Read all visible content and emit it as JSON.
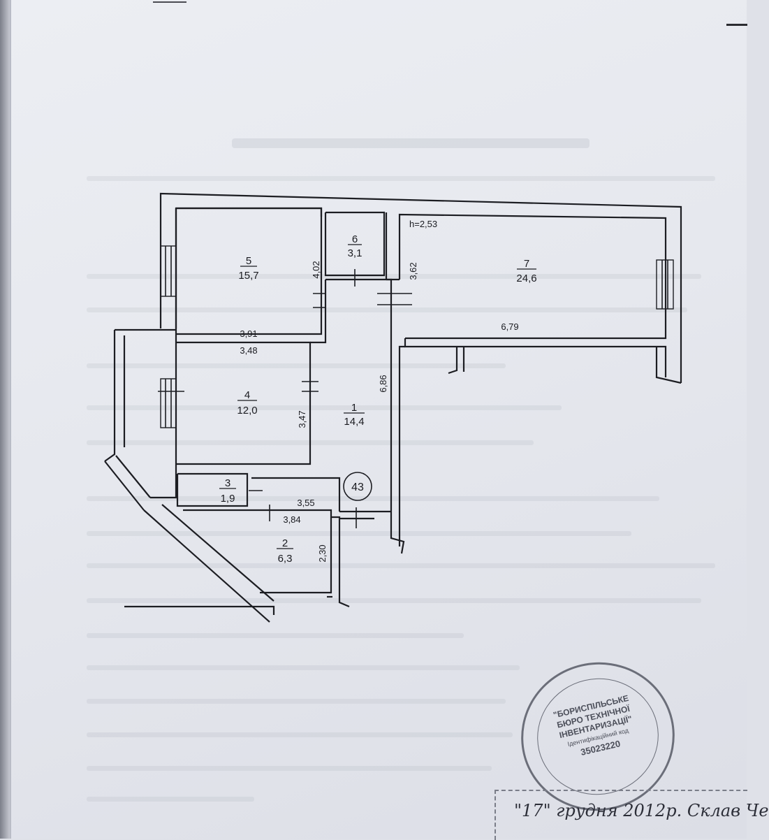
{
  "rooms": [
    {
      "num": "1",
      "area": "14,4"
    },
    {
      "num": "2",
      "area": "6,3"
    },
    {
      "num": "3",
      "area": "1,9"
    },
    {
      "num": "4",
      "area": "12,0"
    },
    {
      "num": "5",
      "area": "15,7"
    },
    {
      "num": "6",
      "area": "3,1"
    },
    {
      "num": "7",
      "area": "24,6"
    }
  ],
  "dimensions": {
    "height": "h=2,53",
    "r5_width": "3,91",
    "r5_height": "4,02",
    "r4_width": "3,48",
    "r4_height": "3,47",
    "r1_length": "6,86",
    "r7_height": "3,62",
    "r7_width": "6,79",
    "r3_width": "3,55",
    "r2_width": "3,84",
    "r2_height": "2,30"
  },
  "apartment_number": "43",
  "stamp": {
    "line1": "\"БОРИСПІЛЬСЬКЕ",
    "line2": "БЮРО ТЕХНІЧНОЇ",
    "line3": "ІНВЕНТАРИЗАЦІЇ\"",
    "line4": "Ідентифікаційний код",
    "code": "35023220"
  },
  "date_note": "\"17\" грудня 2012р. Склав Че"
}
